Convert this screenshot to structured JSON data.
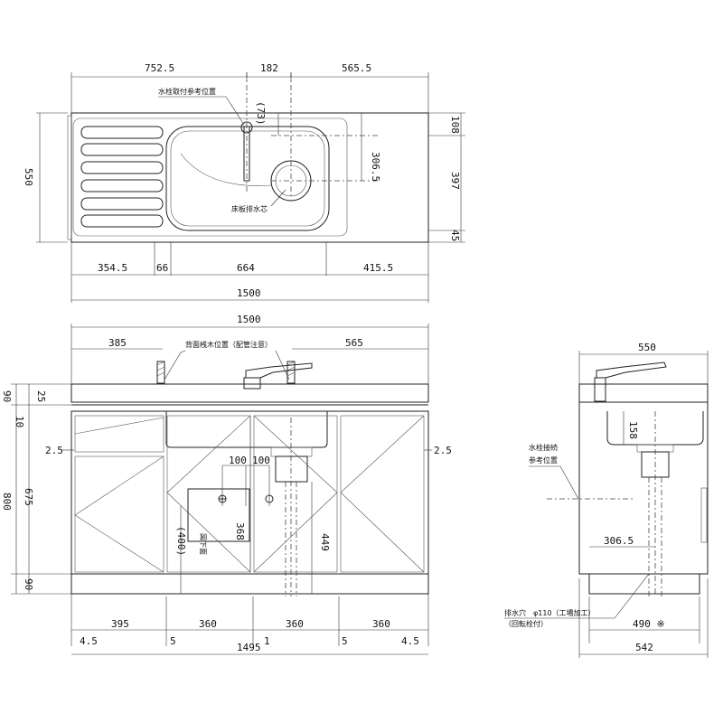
{
  "plan": {
    "top_dims": [
      "752.5",
      "182",
      "565.5"
    ],
    "faucet_label": "水栓取付参考位置",
    "dim_73": "(73)",
    "dim_306": "306.5",
    "right_dims": [
      "108",
      "397",
      "45"
    ],
    "left_dim": "550",
    "drain_label": "床板排水芯",
    "bottom_dims": [
      "354.5",
      "66",
      "664",
      "415.5"
    ],
    "total": "1500"
  },
  "front": {
    "total": "1500",
    "dim_385": "385",
    "dim_565": "565",
    "back_label": "背面桟木位置（配管注意）",
    "left_dims": [
      "90",
      "25",
      "10",
      "2.5",
      "675",
      "800",
      "90"
    ],
    "right_dim": "2.5",
    "dim_100a": "100",
    "dim_100b": "100",
    "dim_400": "(400)",
    "dim_368": "368",
    "box_label": "図下面",
    "dim_449": "449",
    "bottom_dims": [
      "395",
      "360",
      "360",
      "360"
    ],
    "bottom_small": [
      "4.5",
      "5",
      "1",
      "5",
      "4.5"
    ],
    "total_bottom": "1495"
  },
  "side": {
    "width": "550",
    "dim_158": "158",
    "faucet_label_1": "水栓接続",
    "faucet_label_2": "参考位置",
    "dim_306": "306.5",
    "drain_label_1": "排水穴　φ110（工場加工）",
    "drain_label_2": "（回転栓付）",
    "dim_490": "490 ※",
    "dim_542": "542"
  }
}
